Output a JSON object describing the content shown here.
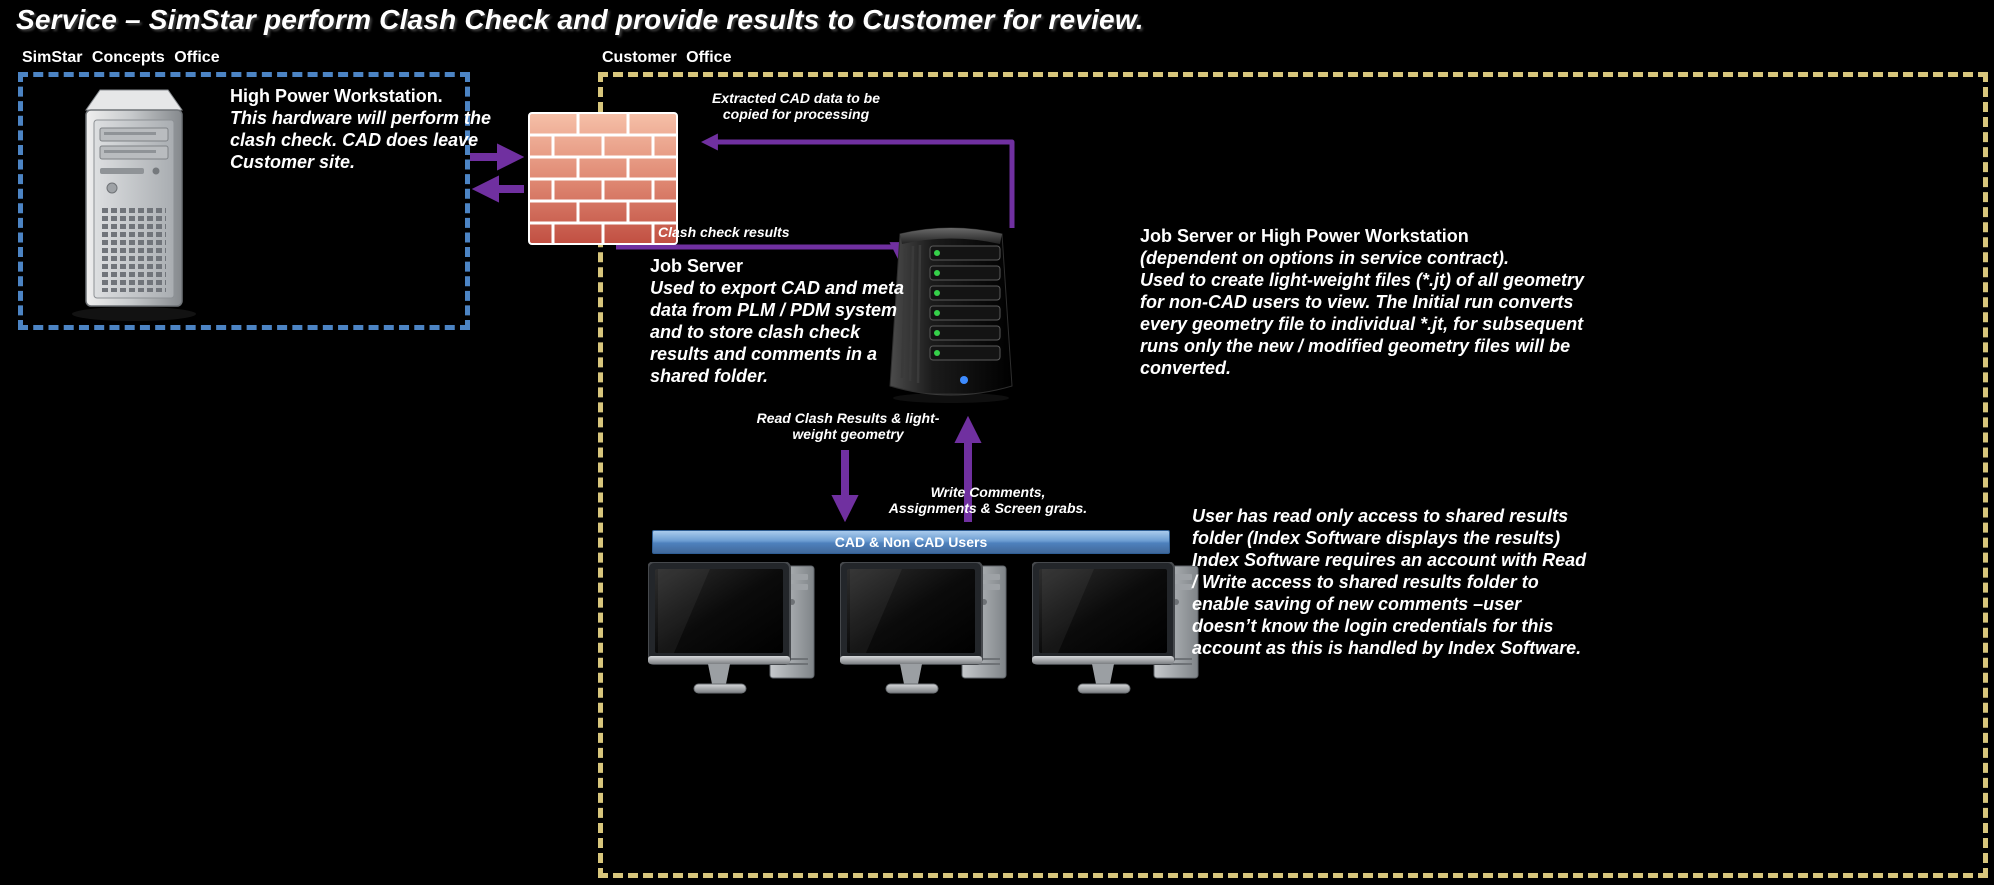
{
  "title": "Service – SimStar perform Clash Check and provide results to Customer for review.",
  "colors": {
    "background": "#000000",
    "text": "#FFFFFF",
    "simstar_box_border": "#4C84C4",
    "customer_box_border": "#D8C67C",
    "arrows": "#7030A0",
    "users_bar": "#4E81BD",
    "firewall_bricks": "#D97A66"
  },
  "simstar_office": {
    "label": "SimStar Concepts Office",
    "workstation_title": "High Power Workstation.",
    "workstation_description": "This hardware will perform the clash check. CAD does leave Customer site."
  },
  "customer_office": {
    "label": "Customer Office",
    "flow_labels": {
      "extracted": "Extracted CAD data to be copied for processing",
      "clash_results": "Clash check results",
      "read": "Read Clash Results & light-weight geometry",
      "write": "Write Comments, Assignments & Screen grabs."
    },
    "job_server": {
      "title": "Job Server",
      "description": "Used to export CAD and meta data from PLM / PDM system and to store clash check results and comments in a shared folder."
    },
    "job_server_options": {
      "title": "Job Server or High Power Workstation",
      "subtitle": "(dependent on options in service contract).",
      "description": "Used to create light-weight files (*.jt) of all geometry for non-CAD users to view. The Initial run converts every geometry file to individual *.jt, for subsequent runs only the new / modified geometry files will be converted."
    },
    "users_bar_label": "CAD & Non CAD Users",
    "users_note": "User has read only access to shared results folder (Index Software displays the results) Index Software requires an account with Read / Write access to shared results folder to enable saving of new comments –user doesn’t know the login credentials for this account as this is handled by Index Software."
  }
}
